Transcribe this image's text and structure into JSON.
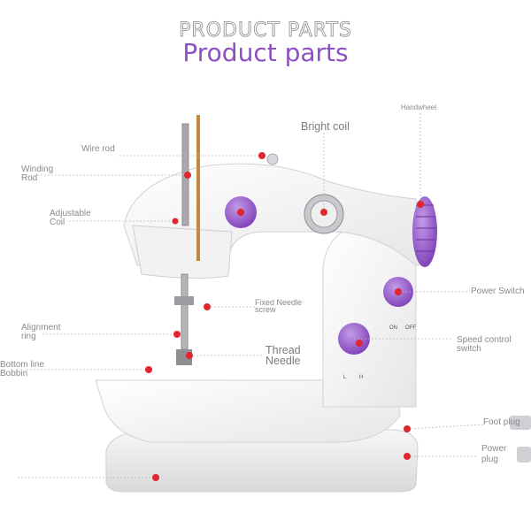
{
  "header": {
    "title_outline": "PRODUCT PARTS",
    "title_main": "Product parts"
  },
  "labels": {
    "wire_rod": "Wire rod",
    "winding_rod": [
      "Winding",
      "Rod"
    ],
    "adjustable_coil": [
      "Adjustable",
      "Coil"
    ],
    "alignment_ring": [
      "Alignment",
      "ring"
    ],
    "bottom_line_bobbin": [
      "Bottom line",
      "Bobbin"
    ],
    "bright_coil": "Bright coil",
    "handwheel": "Handwheel",
    "fixed_needle_screw": [
      "Fixed Needle",
      "screw"
    ],
    "thread_needle": [
      "Thread",
      "Needle"
    ],
    "power_switch": "Power Switch",
    "speed_control_switch": [
      "Speed control",
      "switch"
    ],
    "foot_plug": "Foot plug",
    "power_plug": [
      "Power",
      "plug"
    ]
  },
  "machine_marks": {
    "on": "ON",
    "off": "OFF",
    "low": "L",
    "high": "H"
  },
  "colors": {
    "accent": "#8e4fc4",
    "knob": "#9b5fd1",
    "marker": "#e0262f",
    "leader": "#b8b8b8"
  }
}
